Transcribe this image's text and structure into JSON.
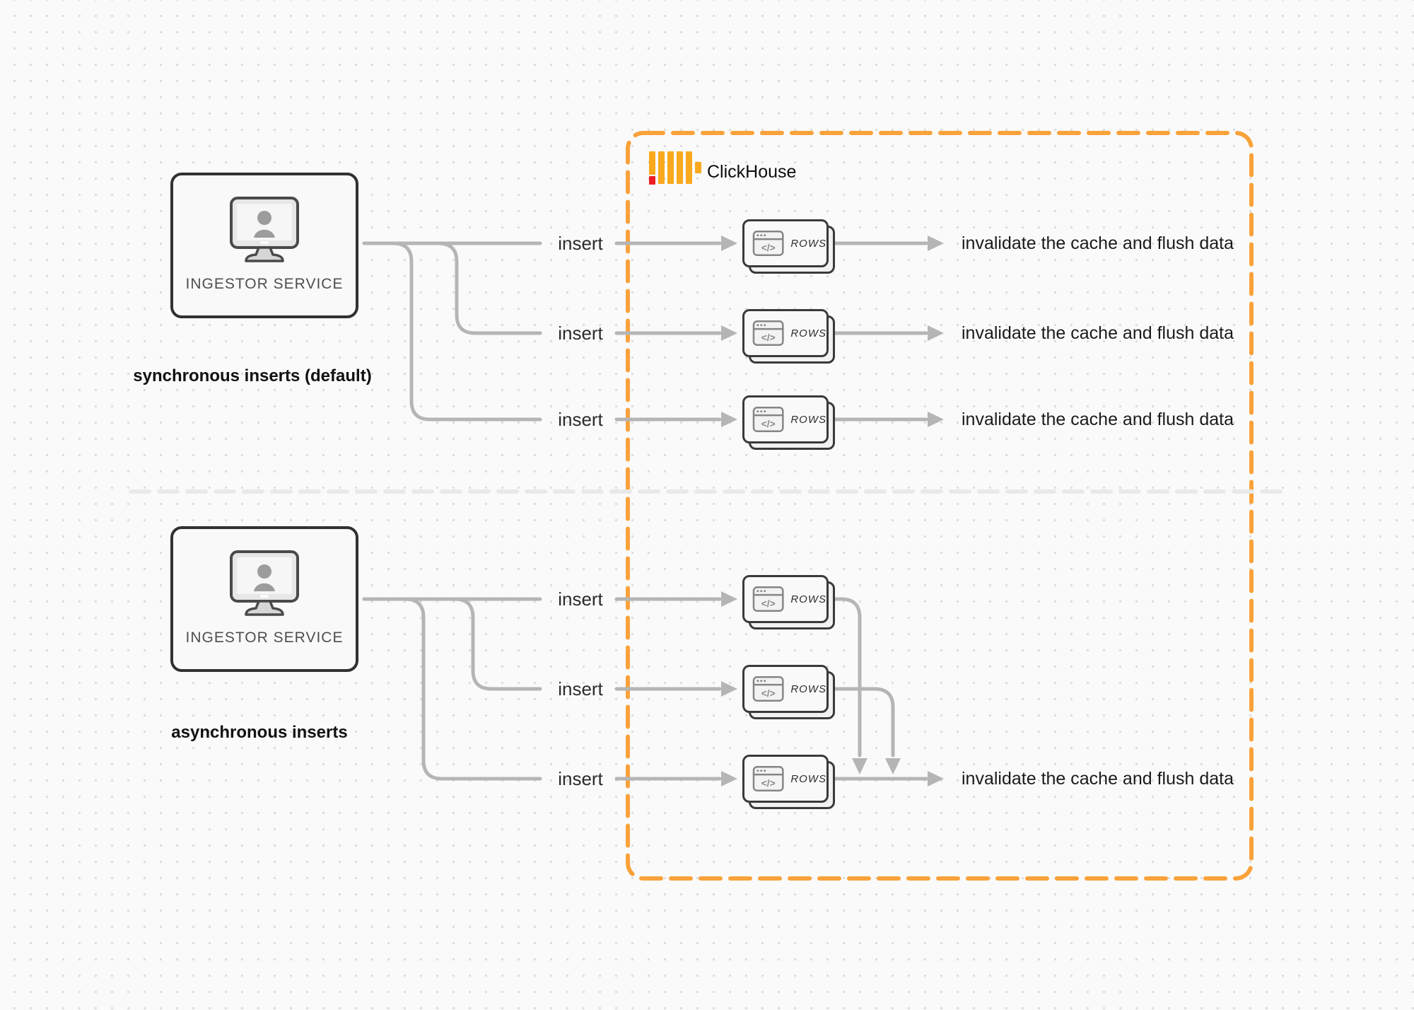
{
  "clickhouse": {
    "label": "ClickHouse"
  },
  "glyphs": {
    "code_tag": "</>"
  },
  "colors": {
    "boundary_orange": "#F9A23B",
    "logo_yellow": "#F9A91D",
    "logo_red": "#ED1E24",
    "connector_gray": "#b5b5b5",
    "divider_gray": "#e9e9e9"
  },
  "sync": {
    "ingestor_label": "INGESTOR SERVICE",
    "caption": "synchronous inserts (default)",
    "insert_labels": [
      "insert",
      "insert",
      "insert"
    ],
    "rows_labels": [
      "ROWS",
      "ROWS",
      "ROWS"
    ],
    "outcome_labels": [
      "invalidate the cache and flush data",
      "invalidate the cache and flush data",
      "invalidate the cache and flush data"
    ]
  },
  "async": {
    "ingestor_label": "INGESTOR SERVICE",
    "caption": "asynchronous inserts",
    "insert_labels": [
      "insert",
      "insert",
      "insert"
    ],
    "rows_labels": [
      "ROWS",
      "ROWS",
      "ROWS"
    ],
    "outcome_label": "invalidate the cache and flush data"
  }
}
